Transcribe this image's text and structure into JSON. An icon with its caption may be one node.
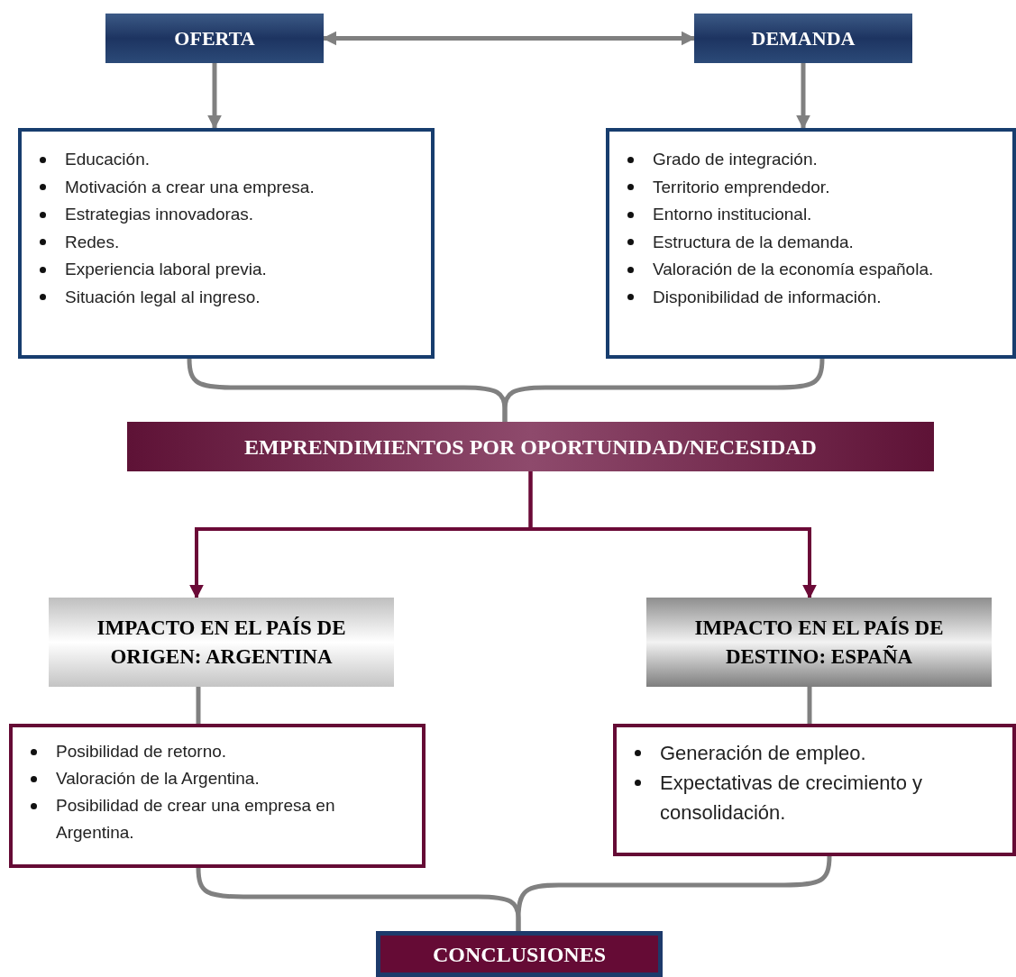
{
  "diagram": {
    "nodes": [
      {
        "text": [
          "OFERTA"
        ]
      },
      {
        "text": [
          "DEMANDA"
        ]
      },
      {
        "text": [
          "Educación.",
          "Motivación a crear una empresa.",
          "Estrategias innovadoras.",
          "Redes.",
          "Experiencia laboral previa.",
          "Situación legal al ingreso."
        ]
      },
      {
        "text": [
          "Grado de integración.",
          "Territorio emprendedor.",
          "Entorno institucional.",
          "Estructura de la demanda.",
          "Valoración de la economía española.",
          "Disponibilidad de información."
        ]
      },
      {
        "text": [
          "EMPRENDIMIENTOS POR OPORTUNIDAD/NECESIDAD"
        ]
      },
      {
        "text": [
          "IMPACTO EN EL PAÍS DE ORIGEN: ARGENTINA"
        ]
      },
      {
        "text": [
          "IMPACTO EN EL PAÍS DE DESTINO: ESPAÑA"
        ]
      },
      {
        "text": [
          "Posibilidad de retorno.",
          "Valoración de la Argentina.",
          "Posibilidad de crear una empresa en Argentina."
        ]
      },
      {
        "text": [
          "Generación de empleo.",
          "Expectativas de crecimiento y consolidación."
        ]
      },
      {
        "text": [
          "CONCLUSIONES"
        ]
      }
    ],
    "edges": [
      {
        "from": 0,
        "to": 1,
        "arrow": "both"
      },
      {
        "from": 0,
        "to": 2,
        "arrow": "to"
      },
      {
        "from": 1,
        "to": 3,
        "arrow": "to"
      },
      {
        "from": 2,
        "to": 4,
        "arrow": "none"
      },
      {
        "from": 3,
        "to": 4,
        "arrow": "none"
      },
      {
        "from": 4,
        "to": 5,
        "arrow": "to",
        "color": "#6b0a37"
      },
      {
        "from": 4,
        "to": 6,
        "arrow": "to",
        "color": "#6b0a37"
      },
      {
        "from": 5,
        "to": 7,
        "arrow": "none"
      },
      {
        "from": 6,
        "to": 8,
        "arrow": "none"
      },
      {
        "from": 7,
        "to": 9,
        "arrow": "none"
      },
      {
        "from": 8,
        "to": 9,
        "arrow": "none"
      }
    ]
  }
}
